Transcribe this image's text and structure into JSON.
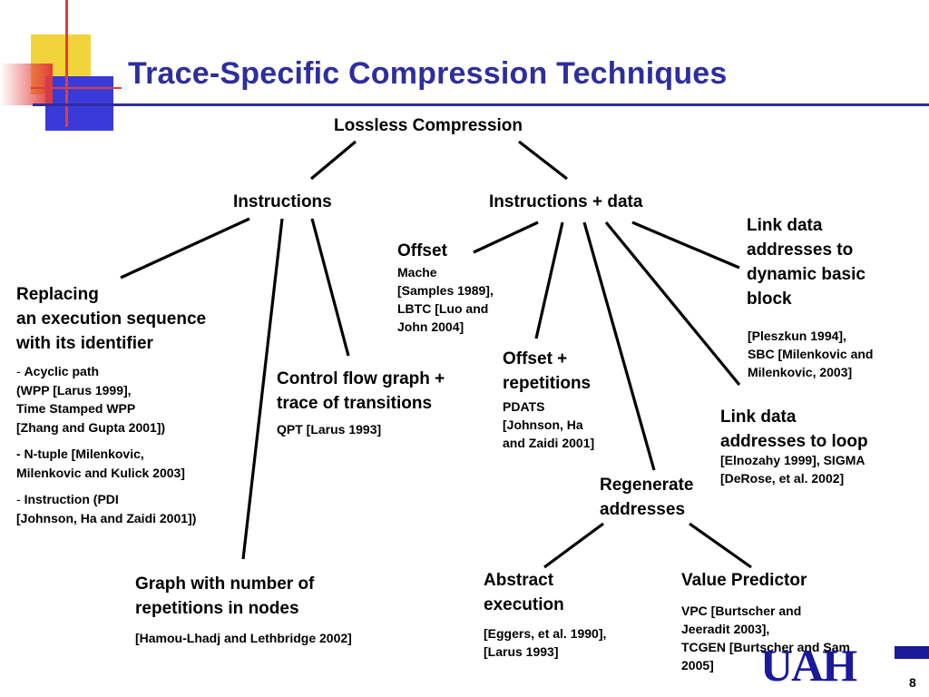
{
  "slide": {
    "title": "Trace-Specific Compression Techniques",
    "page_number": "8",
    "logo_text": "UAH"
  },
  "diagram": {
    "root": "Lossless Compression",
    "instructions": "Instructions",
    "instructions_data": "Instructions + data",
    "replacing": {
      "lines": [
        "Replacing",
        "an execution sequence",
        "with its identifier"
      ],
      "refs": [
        [
          "- ",
          "Acyclic path"
        ],
        [
          "",
          "(WPP [Larus 1999],"
        ],
        [
          "",
          "Time Stamped WPP"
        ],
        [
          "",
          "[Zhang and Gupta 2001])"
        ],
        [
          "",
          "- N-tuple [Milenkovic,"
        ],
        [
          "",
          "Milenkovic and Kulick 2003]"
        ],
        [
          "- ",
          "Instruction (PDI"
        ],
        [
          "",
          "[Johnson, Ha and Zaidi 2001])"
        ]
      ]
    },
    "control_flow": {
      "lines": [
        "Control flow graph +",
        "trace of transitions"
      ],
      "ref": "QPT [Larus 1993]"
    },
    "graph_reps": {
      "lines": [
        "Graph with number of",
        "repetitions in nodes"
      ],
      "ref": "[Hamou-Lhadj and Lethbridge 2002]"
    },
    "offset": {
      "label": "Offset",
      "refs": [
        "Mache",
        "[Samples 1989],",
        "LBTC [Luo and",
        "John 2004]"
      ]
    },
    "offset_rep": {
      "lines": [
        "Offset +",
        "repetitions"
      ],
      "refs": [
        "PDATS",
        "[Johnson, Ha",
        "and Zaidi 2001]"
      ]
    },
    "link_dbb": {
      "lines": [
        "Link data",
        "addresses to",
        "dynamic basic",
        "block"
      ],
      "refs": [
        "[Pleszkun 1994],",
        "SBC [Milenkovic and",
        "Milenkovic, 2003]"
      ]
    },
    "link_loop": {
      "lines": [
        "Link data",
        "addresses to loop"
      ],
      "refs": [
        "[Elnozahy 1999], SIGMA",
        "[DeRose, et al. 2002]"
      ]
    },
    "regenerate": {
      "lines": [
        "Regenerate",
        "addresses"
      ]
    },
    "abstract_exec": {
      "lines": [
        "Abstract",
        "execution"
      ],
      "refs": [
        "[Eggers, et al. 1990],",
        "[Larus 1993]"
      ]
    },
    "value_pred": {
      "label": "Value Predictor",
      "refs": [
        "VPC [Burtscher and",
        "Jeeradit 2003],",
        "TCGEN [Burtscher and Sam",
        "2005]"
      ]
    }
  },
  "colors": {
    "title": "#2e2e9e",
    "accent_yellow": "#f2d43a",
    "accent_blue": "#3a3ad8",
    "accent_red": "#e23c3c"
  }
}
